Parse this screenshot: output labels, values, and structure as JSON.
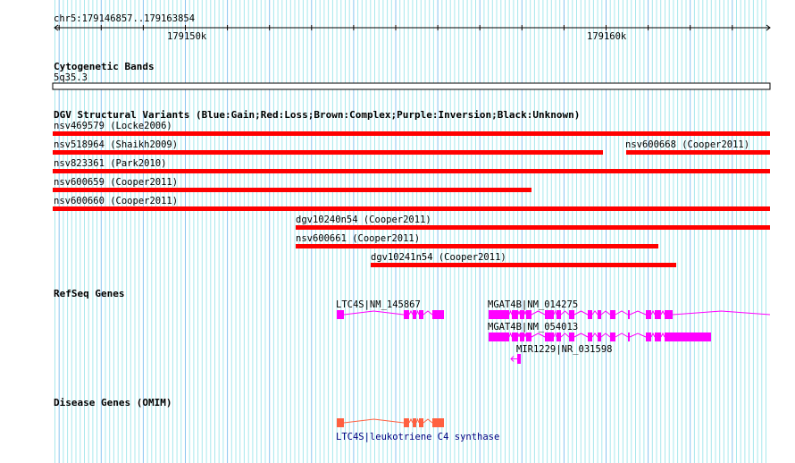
{
  "ruler": {
    "location": "chr5:179146857..179163854",
    "ticks": [
      "179150k",
      "179160k"
    ]
  },
  "tracks": {
    "cytobands": {
      "title": "Cytogenetic Bands",
      "band": "5q35.3"
    },
    "dgv": {
      "title": "DGV Structural Variants (Blue:Gain;Red:Loss;Brown:Complex;Purple:Inversion;Black:Unknown)",
      "features": [
        {
          "label": "nsv469579 (Locke2006)",
          "type": "Loss"
        },
        {
          "label": "nsv518964 (Shaikh2009)",
          "type": "Loss"
        },
        {
          "label": "nsv600668 (Cooper2011)",
          "type": "Loss"
        },
        {
          "label": "nsv823361 (Park2010)",
          "type": "Loss"
        },
        {
          "label": "nsv600659 (Cooper2011)",
          "type": "Loss"
        },
        {
          "label": "nsv600660 (Cooper2011)",
          "type": "Loss"
        },
        {
          "label": "dgv10240n54 (Cooper2011)",
          "type": "Loss"
        },
        {
          "label": "nsv600661 (Cooper2011)",
          "type": "Loss"
        },
        {
          "label": "dgv10241n54 (Cooper2011)",
          "type": "Loss"
        }
      ]
    },
    "refseq": {
      "title": "RefSeq Genes",
      "genes": [
        {
          "label": "LTC4S|NM_145867"
        },
        {
          "label": "MGAT4B|NM_014275"
        },
        {
          "label": "MGAT4B|NM_054013"
        },
        {
          "label": "MIR1229|NR_031598"
        }
      ]
    },
    "omim": {
      "title": "Disease Genes (OMIM)",
      "genes": [
        {
          "label": "LTC4S|leukotriene C4 synthase"
        }
      ]
    }
  },
  "colors": {
    "loss": "#ff0000",
    "refseq": "#ff00ff",
    "omim": "#ff6040",
    "omim_label": "#000080",
    "grid_minor": "#a8e8ec",
    "grid_major": "#88c4f0"
  }
}
